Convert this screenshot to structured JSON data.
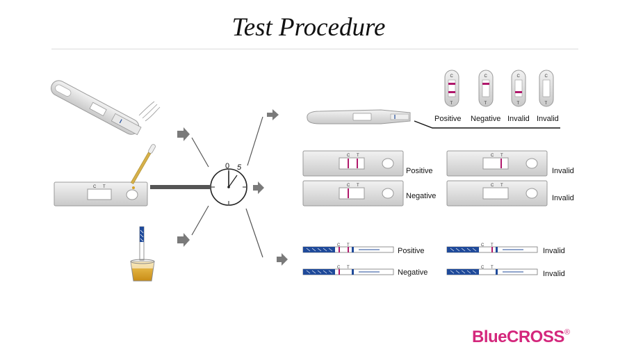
{
  "title": "Test Procedure",
  "timer": {
    "start": "0",
    "end": "5"
  },
  "cassette_letters": {
    "control": "C",
    "test": "T"
  },
  "midstream_results": [
    "Positive",
    "Negative",
    "Invalid",
    "Invalid"
  ],
  "cassette_results": {
    "positive": "Positive",
    "negative": "Negative",
    "invalid_1": "Invalid",
    "invalid_2": "Invalid"
  },
  "strip_results": {
    "positive": "Positive",
    "negative": "Negative",
    "invalid_1": "Invalid",
    "invalid_2": "Invalid"
  },
  "brand": {
    "name": "BlueCROSS",
    "mark": "®"
  },
  "colors": {
    "test_line": "#b0186b",
    "device_gray": "#d9d9d9",
    "arrow_gray": "#7a7a7a",
    "strip_blue": "#1f4a9a",
    "urine": "#d9a72a",
    "brand": "#d4277c"
  }
}
